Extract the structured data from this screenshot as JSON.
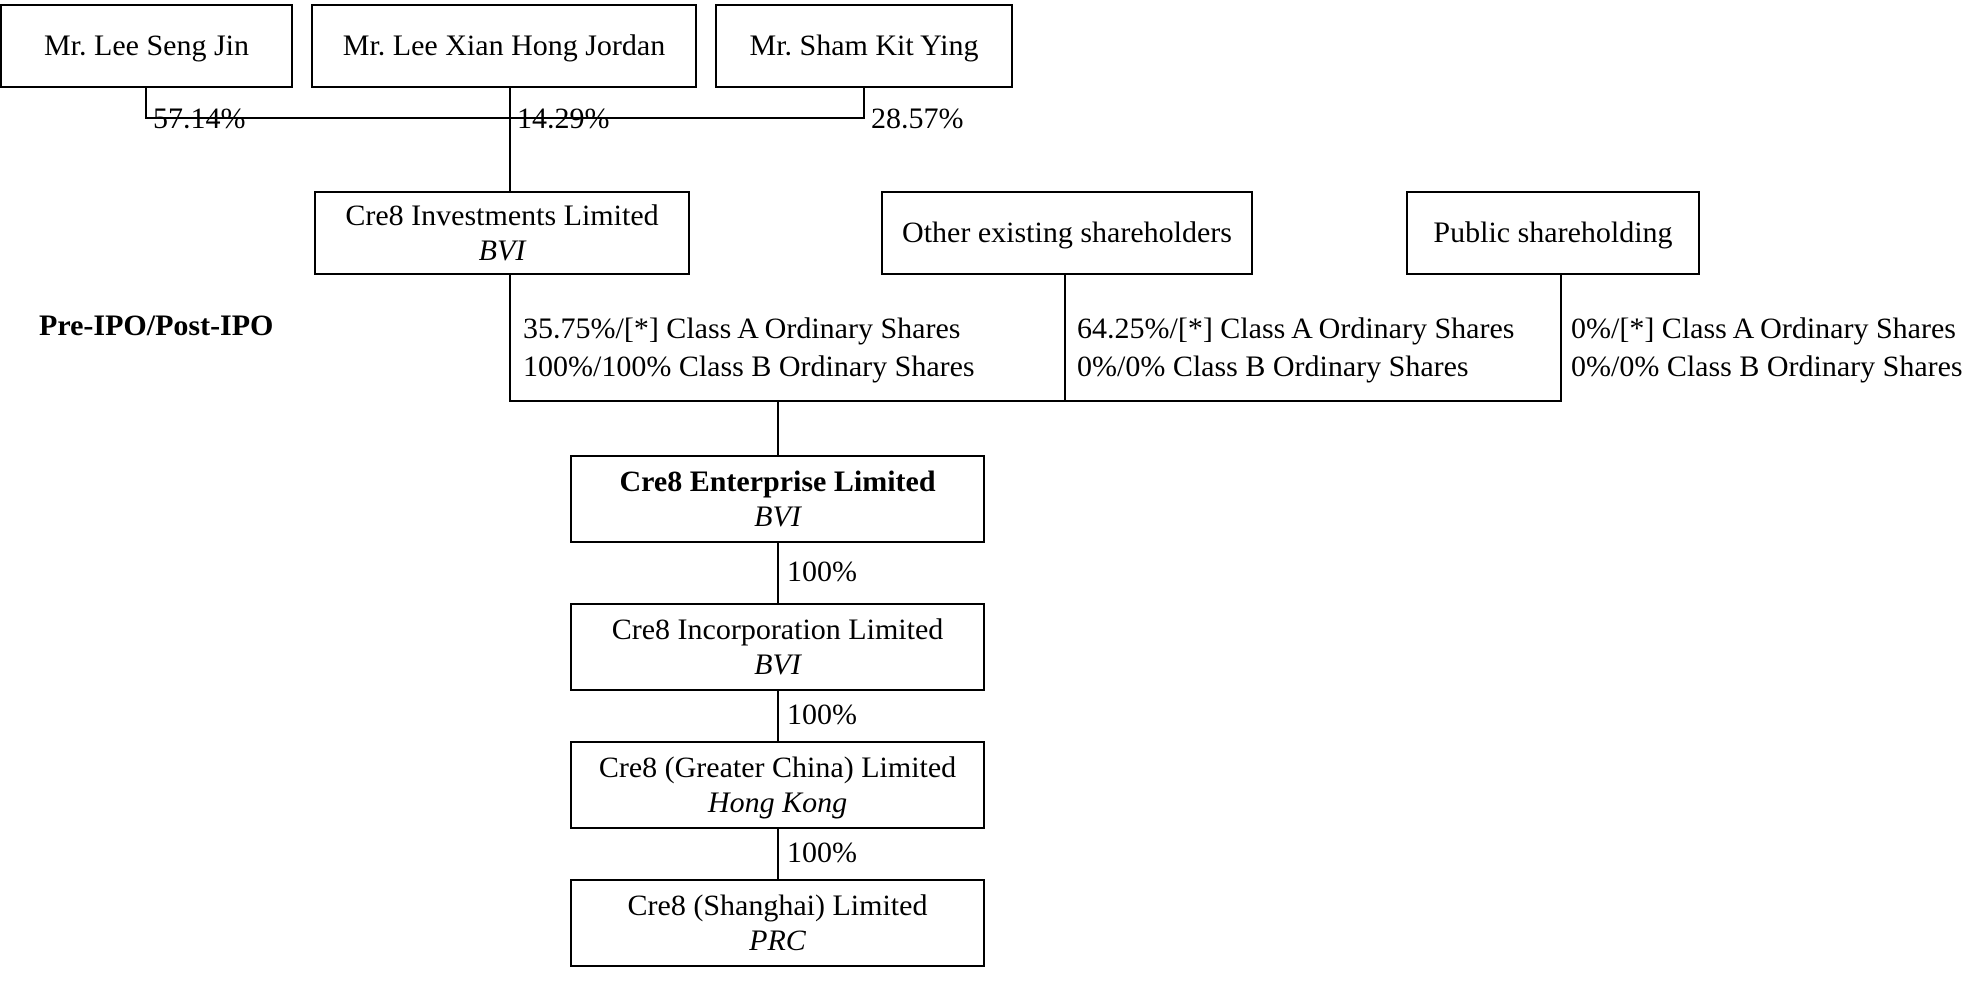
{
  "diagram": {
    "caption": "Pre-IPO/Post-IPO",
    "shareholders": [
      {
        "name": "Mr. Lee Seng Jin",
        "percent": "57.14%"
      },
      {
        "name": "Mr. Lee Xian Hong Jordan",
        "percent": "14.29%"
      },
      {
        "name": "Mr. Sham Kit Ying",
        "percent": "28.57%"
      }
    ],
    "mid_entities": [
      {
        "name": "Cre8 Investments Limited",
        "jurisdiction": "BVI"
      },
      {
        "name": "Other existing shareholders",
        "jurisdiction": ""
      },
      {
        "name": "Public shareholding",
        "jurisdiction": ""
      }
    ],
    "share_classes": [
      {
        "class_a": "35.75%/[*]  Class A Ordinary Shares",
        "class_b": "100%/100% Class B Ordinary Shares"
      },
      {
        "class_a": "64.25%/[*] Class A Ordinary Shares",
        "class_b": "0%/0% Class B Ordinary Shares"
      },
      {
        "class_a": "0%/[*] Class A Ordinary Shares",
        "class_b": "0%/0% Class B Ordinary Shares"
      }
    ],
    "chain": [
      {
        "name": "Cre8 Enterprise Limited",
        "jurisdiction": "BVI",
        "bold": "true",
        "link_percent": "100%"
      },
      {
        "name": "Cre8 Incorporation Limited",
        "jurisdiction": "BVI",
        "bold": "false",
        "link_percent": "100%"
      },
      {
        "name": "Cre8 (Greater China) Limited",
        "jurisdiction": "Hong Kong",
        "bold": "false",
        "link_percent": "100%"
      },
      {
        "name": "Cre8 (Shanghai) Limited",
        "jurisdiction": "PRC",
        "bold": "false",
        "link_percent": ""
      }
    ]
  }
}
